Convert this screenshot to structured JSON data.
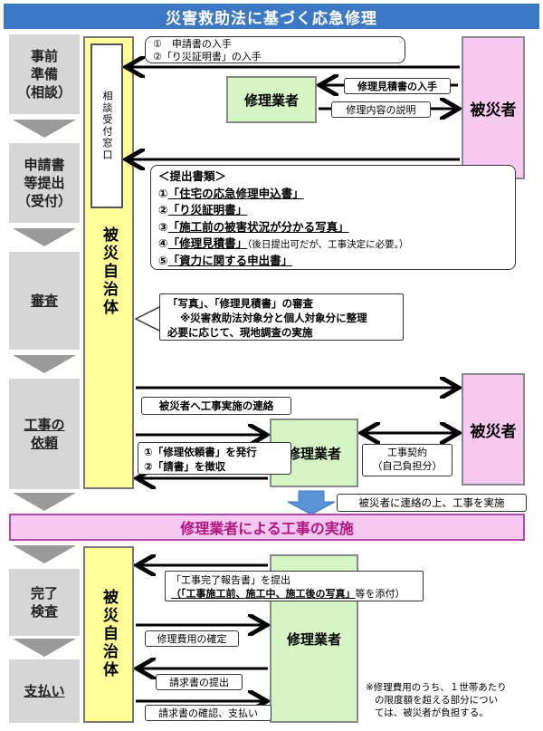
{
  "title": "災害救助法に基づく応急修理",
  "stages": [
    {
      "id": "jizen",
      "lines": [
        "事前",
        "準備",
        "（相談）"
      ]
    },
    {
      "id": "shinsei",
      "lines": [
        "申請書",
        "等提出",
        "（受付）"
      ]
    },
    {
      "id": "shinsa",
      "lines": [
        "審査"
      ]
    },
    {
      "id": "irai",
      "lines": [
        "工事の",
        "依頼"
      ]
    },
    {
      "id": "kanryo",
      "lines": [
        "完了",
        "検査"
      ]
    },
    {
      "id": "shiharai",
      "lines": [
        "支払い"
      ]
    }
  ],
  "municipality": "被災自治体",
  "consult_window": "相談受付窓口",
  "contractor": "修理業者",
  "victim": "被災者",
  "callout_obtain": {
    "line1": "①　申請書の入手",
    "line2": "②「り災証明書」の入手"
  },
  "estimate_obtain": "修理見積書の入手",
  "explain": "修理内容の説明",
  "documents": {
    "heading": "＜提出書類＞",
    "items": [
      {
        "num": "①",
        "text": "「住宅の応急修理申込書」",
        "note": ""
      },
      {
        "num": "②",
        "text": "「り災証明書」",
        "note": ""
      },
      {
        "num": "③",
        "text": "「施工前の被害状況が分かる写真」",
        "note": ""
      },
      {
        "num": "④",
        "text": "「修理見積書」",
        "note": "（後日提出可だが、工事決定に必要。）"
      },
      {
        "num": "⑤",
        "text": "「資力に関する申出書」",
        "note": ""
      }
    ]
  },
  "review": {
    "line1": "「写真」、「修理見積書」の審査",
    "line2": "※災害救助法対象分と個人対象分に整理",
    "line3": "必要に応じて、現地調査の実施"
  },
  "contact_victim": "被災者へ工事実施の連絡",
  "request": {
    "line1": "①「修理依頼書」を発行",
    "line2": "②「請書」を徴収"
  },
  "contract": {
    "line1": "工事契約",
    "line2": "（自己負担分）"
  },
  "contact_start": "被災者に連絡の上、工事を実施",
  "banner": "修理業者による工事の実施",
  "completion": {
    "line1": "「工事完了報告書」を提出",
    "line2_strong": "（「工事施工前、施工中、施工後の写真」",
    "line2_rest": "等を添付）"
  },
  "cost_confirm": "修理費用の確定",
  "invoice_submit": "請求書の提出",
  "invoice_pay": "請求書の確認、支払い",
  "footnote": {
    "line1": "※修理費用のうち、１世帯あたり",
    "line2": "の限度額を超える部分につい",
    "line3": "ては、被災者が負担する。"
  },
  "colors": {
    "title_bg": "#3d78c5",
    "stage_bg": "#d6d6d6",
    "yellow": "#ffff99",
    "pink": "#f7c8f0",
    "green": "#d6f5c5",
    "banner_text": "#b0157d"
  }
}
